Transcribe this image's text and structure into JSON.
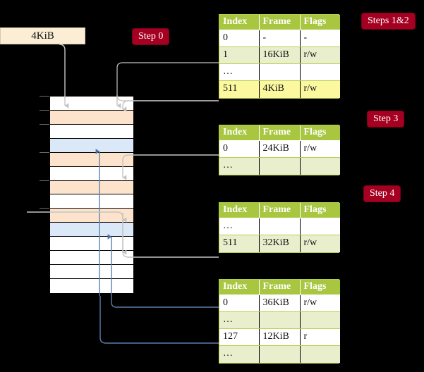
{
  "diagram": {
    "title_labels": {
      "step0": "Step 0",
      "steps12": "Steps 1&2",
      "step3": "Step 3",
      "step4": "Step 4"
    },
    "source_box": {
      "label": "4KiB"
    },
    "columns": [
      "Index",
      "Frame",
      "Flags"
    ],
    "tables": [
      {
        "id": "table-steps-1-2",
        "headers": [
          "Index",
          "Frame",
          "Flags"
        ],
        "rows": [
          {
            "index": "0",
            "frame": "-",
            "flags": "-",
            "shade": "odd",
            "highlight": false
          },
          {
            "index": "1",
            "frame": "16KiB",
            "flags": "r/w",
            "shade": "even",
            "highlight": false
          },
          {
            "index": "…",
            "frame": "",
            "flags": "",
            "shade": "odd",
            "highlight": false
          },
          {
            "index": "511",
            "frame": "4KiB",
            "flags": "r/w",
            "shade": "even",
            "highlight": true
          }
        ]
      },
      {
        "id": "table-step-3",
        "headers": [
          "Index",
          "Frame",
          "Flags"
        ],
        "rows": [
          {
            "index": "0",
            "frame": "24KiB",
            "flags": "r/w",
            "shade": "odd",
            "highlight": false
          },
          {
            "index": "…",
            "frame": "",
            "flags": "",
            "shade": "even",
            "highlight": false
          }
        ]
      },
      {
        "id": "table-step-4-a",
        "headers": [
          "Index",
          "Frame",
          "Flags"
        ],
        "rows": [
          {
            "index": "…",
            "frame": "",
            "flags": "",
            "shade": "odd",
            "highlight": false
          },
          {
            "index": "511",
            "frame": "32KiB",
            "flags": "r/w",
            "shade": "even",
            "highlight": false
          }
        ]
      },
      {
        "id": "table-step-4-b",
        "headers": [
          "Index",
          "Frame",
          "Flags"
        ],
        "rows": [
          {
            "index": "0",
            "frame": "36KiB",
            "flags": "r/w",
            "shade": "odd",
            "highlight": false
          },
          {
            "index": "…",
            "frame": "",
            "flags": "",
            "shade": "even",
            "highlight": false
          },
          {
            "index": "127",
            "frame": "12KiB",
            "flags": "r",
            "shade": "odd",
            "highlight": false
          },
          {
            "index": "…",
            "frame": "",
            "flags": "",
            "shade": "even",
            "highlight": false
          }
        ]
      }
    ],
    "memory_column": {
      "rows": [
        {
          "fill": "white",
          "tick": true
        },
        {
          "fill": "peach",
          "tick": true
        },
        {
          "fill": "white",
          "tick": true
        },
        {
          "fill": "blue",
          "tick": false
        },
        {
          "fill": "peach",
          "tick": true
        },
        {
          "fill": "white",
          "tick": false
        },
        {
          "fill": "peach",
          "tick": true
        },
        {
          "fill": "white",
          "tick": false
        },
        {
          "fill": "peach",
          "tick": true
        },
        {
          "fill": "blue",
          "tick": false
        },
        {
          "fill": "white",
          "tick": false
        },
        {
          "fill": "white",
          "tick": false
        },
        {
          "fill": "white",
          "tick": false
        },
        {
          "fill": "white",
          "tick": false
        }
      ]
    },
    "colors": {
      "background": "#000000",
      "pill": "#a50021",
      "table_header": "#a8c63f",
      "table_border": "#b8cf4f",
      "table_row_alt": "#e9eecd",
      "highlight": "#fbf8a0",
      "source_box": "#fbeed5",
      "mem_peach": "#fde3cc",
      "mem_blue": "#dbe8f7",
      "wire_gray": "#c9c9c9",
      "wire_blue": "#5b7fae"
    }
  }
}
